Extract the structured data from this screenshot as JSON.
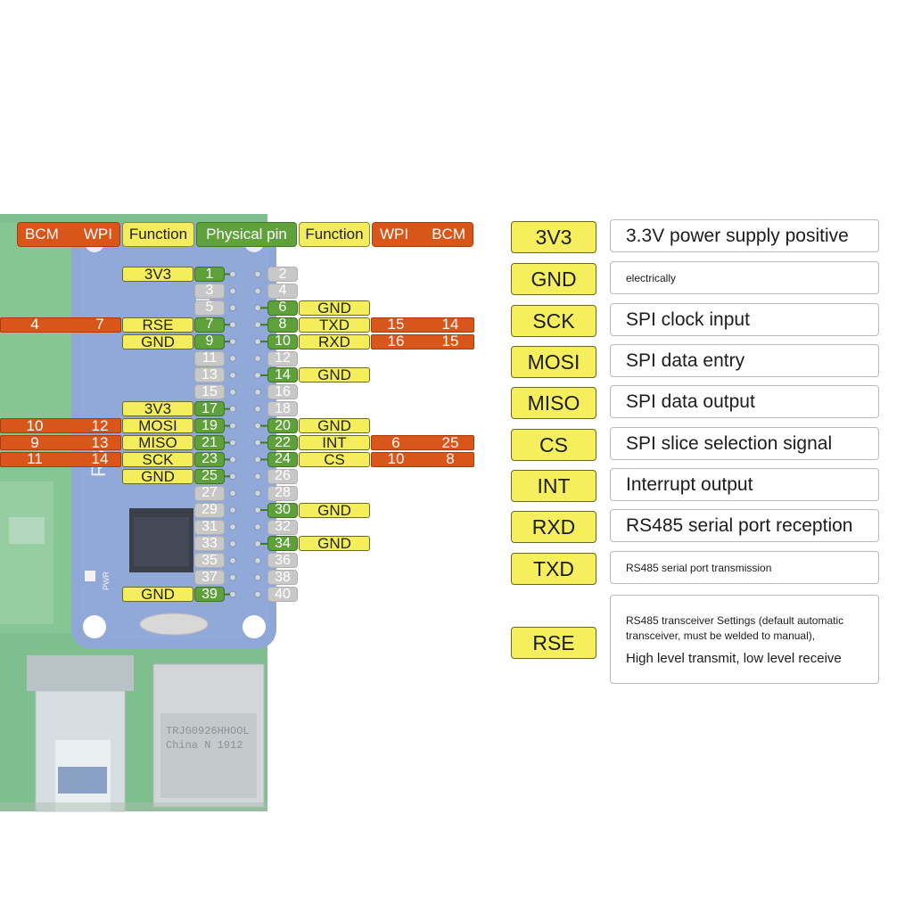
{
  "header": {
    "left_bcm": "BCM",
    "left_wpi": "WPI",
    "left_function": "Function",
    "physical_pin": "Physical pin",
    "right_function": "Function",
    "right_wpi": "WPI",
    "right_bcm": "BCM"
  },
  "pins": [
    {
      "n": "1",
      "active": true,
      "fn": "3V3"
    },
    {
      "n": "2",
      "active": false
    },
    {
      "n": "3",
      "active": false
    },
    {
      "n": "4",
      "active": false
    },
    {
      "n": "5",
      "active": false
    },
    {
      "n": "6",
      "active": true,
      "fn": "GND"
    },
    {
      "n": "7",
      "active": true,
      "fn": "RSE",
      "wpi": "7",
      "bcm": "4"
    },
    {
      "n": "8",
      "active": true,
      "fn": "TXD",
      "wpi": "15",
      "bcm": "14"
    },
    {
      "n": "9",
      "active": true,
      "fn": "GND"
    },
    {
      "n": "10",
      "active": true,
      "fn": "RXD",
      "wpi": "16",
      "bcm": "15"
    },
    {
      "n": "11",
      "active": false
    },
    {
      "n": "12",
      "active": false
    },
    {
      "n": "13",
      "active": false
    },
    {
      "n": "14",
      "active": true,
      "fn": "GND"
    },
    {
      "n": "15",
      "active": false
    },
    {
      "n": "16",
      "active": false
    },
    {
      "n": "17",
      "active": true,
      "fn": "3V3"
    },
    {
      "n": "18",
      "active": false
    },
    {
      "n": "19",
      "active": true,
      "fn": "MOSI",
      "wpi": "12",
      "bcm": "10"
    },
    {
      "n": "20",
      "active": true,
      "fn": "GND"
    },
    {
      "n": "21",
      "active": true,
      "fn": "MISO",
      "wpi": "13",
      "bcm": "9"
    },
    {
      "n": "22",
      "active": true,
      "fn": "INT",
      "wpi": "6",
      "bcm": "25"
    },
    {
      "n": "23",
      "active": true,
      "fn": "SCK",
      "wpi": "14",
      "bcm": "11"
    },
    {
      "n": "24",
      "active": true,
      "fn": "CS",
      "wpi": "10",
      "bcm": "8"
    },
    {
      "n": "25",
      "active": true,
      "fn": "GND"
    },
    {
      "n": "26",
      "active": false
    },
    {
      "n": "27",
      "active": false
    },
    {
      "n": "28",
      "active": false
    },
    {
      "n": "29",
      "active": false
    },
    {
      "n": "30",
      "active": true,
      "fn": "GND"
    },
    {
      "n": "31",
      "active": false
    },
    {
      "n": "32",
      "active": false
    },
    {
      "n": "33",
      "active": false
    },
    {
      "n": "34",
      "active": true,
      "fn": "GND"
    },
    {
      "n": "35",
      "active": false
    },
    {
      "n": "36",
      "active": false
    },
    {
      "n": "37",
      "active": false
    },
    {
      "n": "38",
      "active": false
    },
    {
      "n": "39",
      "active": true,
      "fn": "GND"
    },
    {
      "n": "40",
      "active": false
    }
  ],
  "legend": [
    {
      "tag": "3V3",
      "desc": "3.3V power supply positive",
      "size": "big"
    },
    {
      "tag": "GND",
      "desc": "electrically",
      "size": "small"
    },
    {
      "tag": "SCK",
      "desc": "SPI clock input",
      "size": "big"
    },
    {
      "tag": "MOSI",
      "desc": "SPI data entry",
      "size": "big"
    },
    {
      "tag": "MISO",
      "desc": "SPI data output",
      "size": "big"
    },
    {
      "tag": "CS",
      "desc": "SPI slice selection signal",
      "size": "big"
    },
    {
      "tag": "INT",
      "desc": "Interrupt output",
      "size": "big"
    },
    {
      "tag": "RXD",
      "desc": "RS485 serial port reception",
      "size": "big"
    },
    {
      "tag": "TXD",
      "desc": "RS485 serial port transmission",
      "size": "small"
    },
    {
      "tag": "RSE",
      "desc_small": "RS485 transceiver Settings (default automatic transceiver, must be welded to manual),",
      "desc_main": "High level transmit, low level receive"
    }
  ],
  "board": {
    "chip_text": [
      "TRJG0926HHOOL",
      "China N 1912"
    ],
    "silk_rs": "RS4",
    "silk_pwr": "PWR",
    "colors": {
      "pcb": "#7fc08f",
      "hat": "#8fa7d6",
      "pin_green": "#5ea03a",
      "fn_yellow": "#f4ee5c",
      "orange": "#d9561a",
      "pin_gray": "#c8c8c8"
    }
  }
}
